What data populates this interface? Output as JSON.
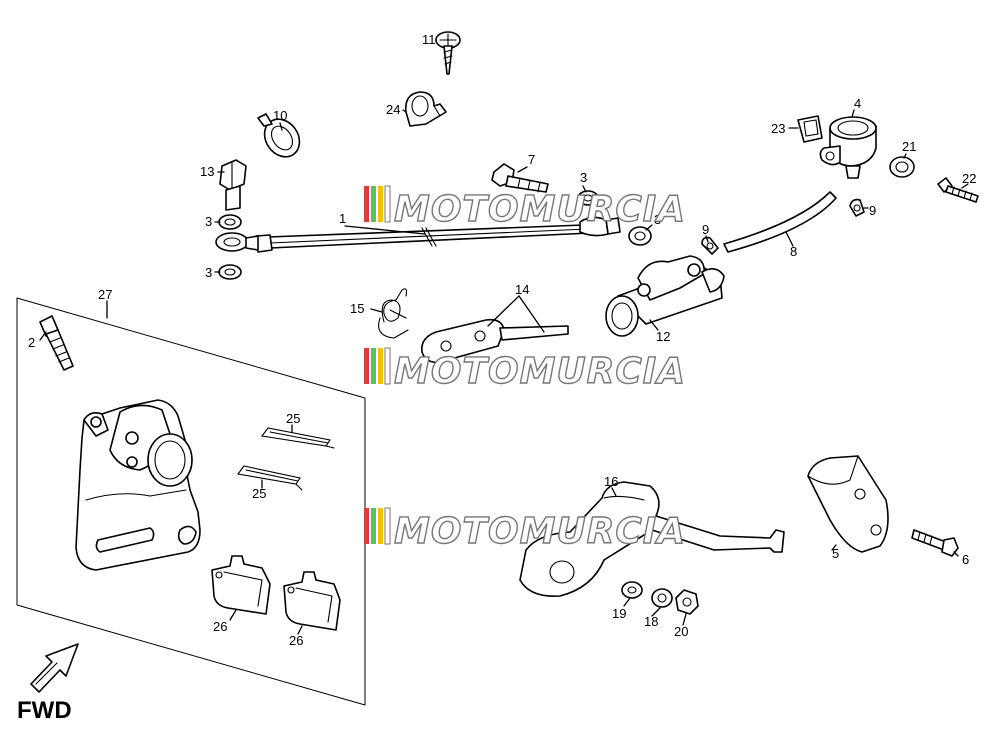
{
  "diagram": {
    "fwd_label": "FWD",
    "watermark": "MOTOMURCIA",
    "colors": {
      "line": "#000000",
      "watermark_outline": "#777777",
      "stripe_red": "#e23b3b",
      "stripe_green": "#5cc25c",
      "stripe_yellow": "#f2c200"
    },
    "callouts": {
      "c1": "1",
      "c2": "2",
      "c3a": "3",
      "c3b": "3",
      "c3c": "3",
      "c3d": "3",
      "c4": "4",
      "c5": "5",
      "c6": "6",
      "c7": "7",
      "c8": "8",
      "c9a": "9",
      "c9b": "9",
      "c10": "10",
      "c11": "11",
      "c12": "12",
      "c13": "13",
      "c14": "14",
      "c15": "15",
      "c16": "16",
      "c18": "18",
      "c19": "19",
      "c20": "20",
      "c21": "21",
      "c22": "22",
      "c23": "23",
      "c24": "24",
      "c25a": "25",
      "c25b": "25",
      "c26a": "26",
      "c26b": "26",
      "c27": "27"
    }
  }
}
